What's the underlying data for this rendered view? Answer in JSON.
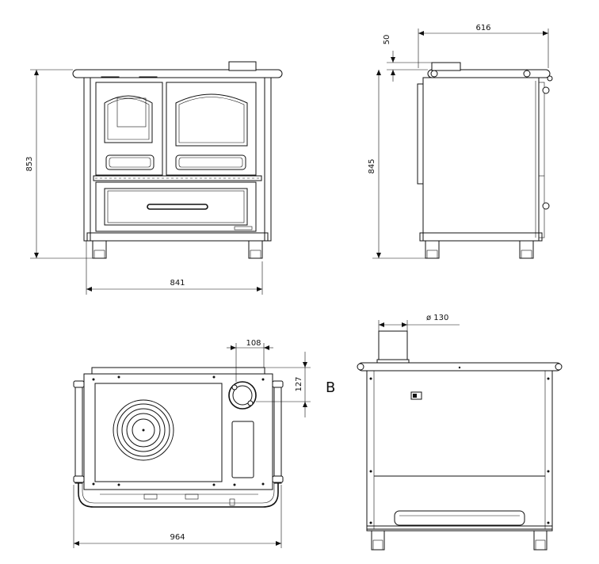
{
  "dimensions": {
    "front_height": "853",
    "front_width": "841",
    "side_depth": "616",
    "side_flue_offset": "50",
    "side_height": "845",
    "top_flue_offset_x": "108",
    "top_flue_offset_y": "127",
    "top_width": "964",
    "back_flue_diameter": "ø 130"
  },
  "labels": {
    "view_b": "B"
  }
}
